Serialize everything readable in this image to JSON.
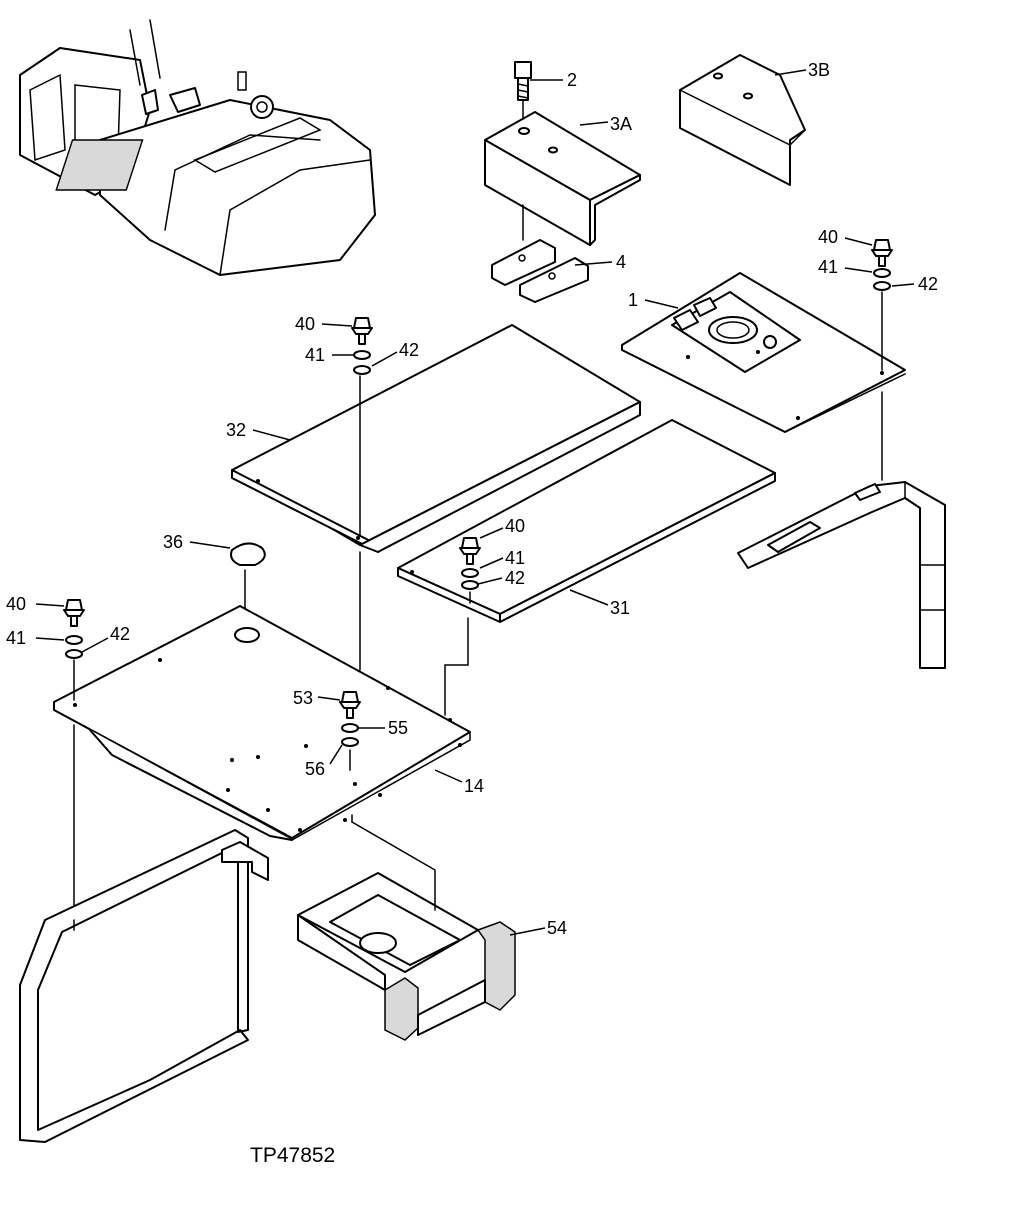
{
  "figure_id": "TP47852",
  "callouts": {
    "c1": "1",
    "c2": "2",
    "c3a": "3A",
    "c3b": "3B",
    "c4": "4",
    "c14": "14",
    "c31": "31",
    "c32": "32",
    "c36": "36",
    "c40a": "40",
    "c41a": "41",
    "c42a": "42",
    "c40b": "40",
    "c41b": "41",
    "c42b": "42",
    "c40c": "40",
    "c41c": "41",
    "c42c": "42",
    "c40d": "40",
    "c41d": "41",
    "c42d": "42",
    "c53": "53",
    "c54": "54",
    "c55": "55",
    "c56": "56"
  }
}
